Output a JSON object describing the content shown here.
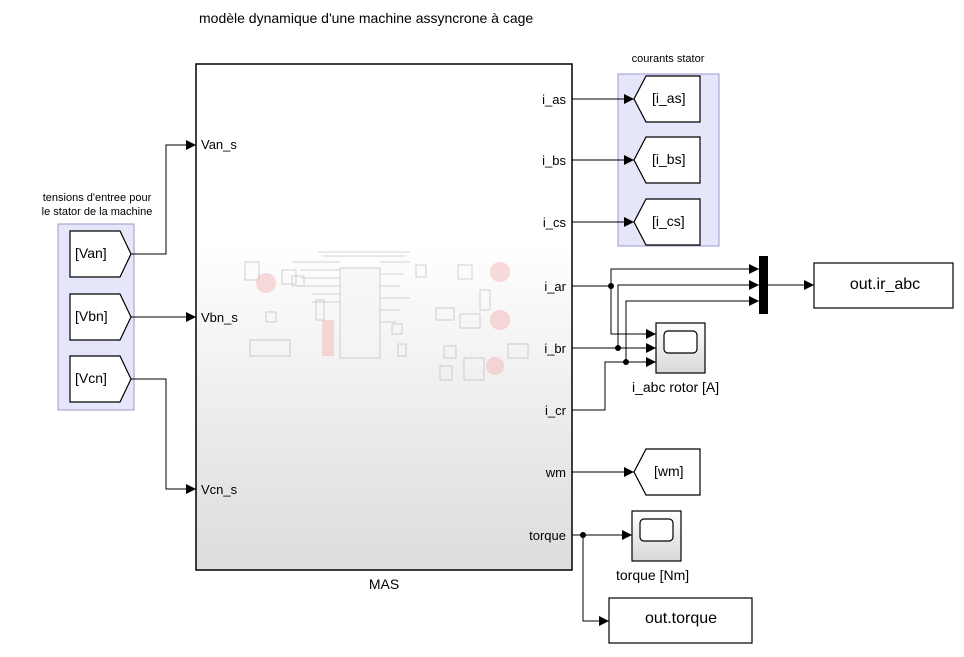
{
  "title": "modèle dynamique d'une machine assyncrone à cage",
  "input_area": {
    "caption_line1": "tensions d'entree pour",
    "caption_line2": "le stator de la machine",
    "tags": [
      "[Van]",
      "[Vbn]",
      "[Vcn]"
    ]
  },
  "mas_block": {
    "name": "MAS",
    "inputs": [
      "Van_s",
      "Vbn_s",
      "Vcn_s"
    ],
    "outputs": [
      "i_as",
      "i_bs",
      "i_cs",
      "i_ar",
      "i_br",
      "i_cr",
      "wm",
      "torque"
    ]
  },
  "stator_area": {
    "caption": "courants stator",
    "tags": [
      "[i_as]",
      "[i_bs]",
      "[i_cs]"
    ]
  },
  "wm_tag": "[wm]",
  "rotor_scope_label": "i_abc rotor [A]",
  "torque_scope_label": "torque [Nm]",
  "ir_abc_out": "out.ir_abc",
  "torque_out": "out.torque",
  "colors": {
    "area_fill": "#e6e6fa",
    "area_border": "#9a9acf",
    "block_top": "#ffffff",
    "block_bottom": "#dcdcdc",
    "line": "#000000"
  }
}
